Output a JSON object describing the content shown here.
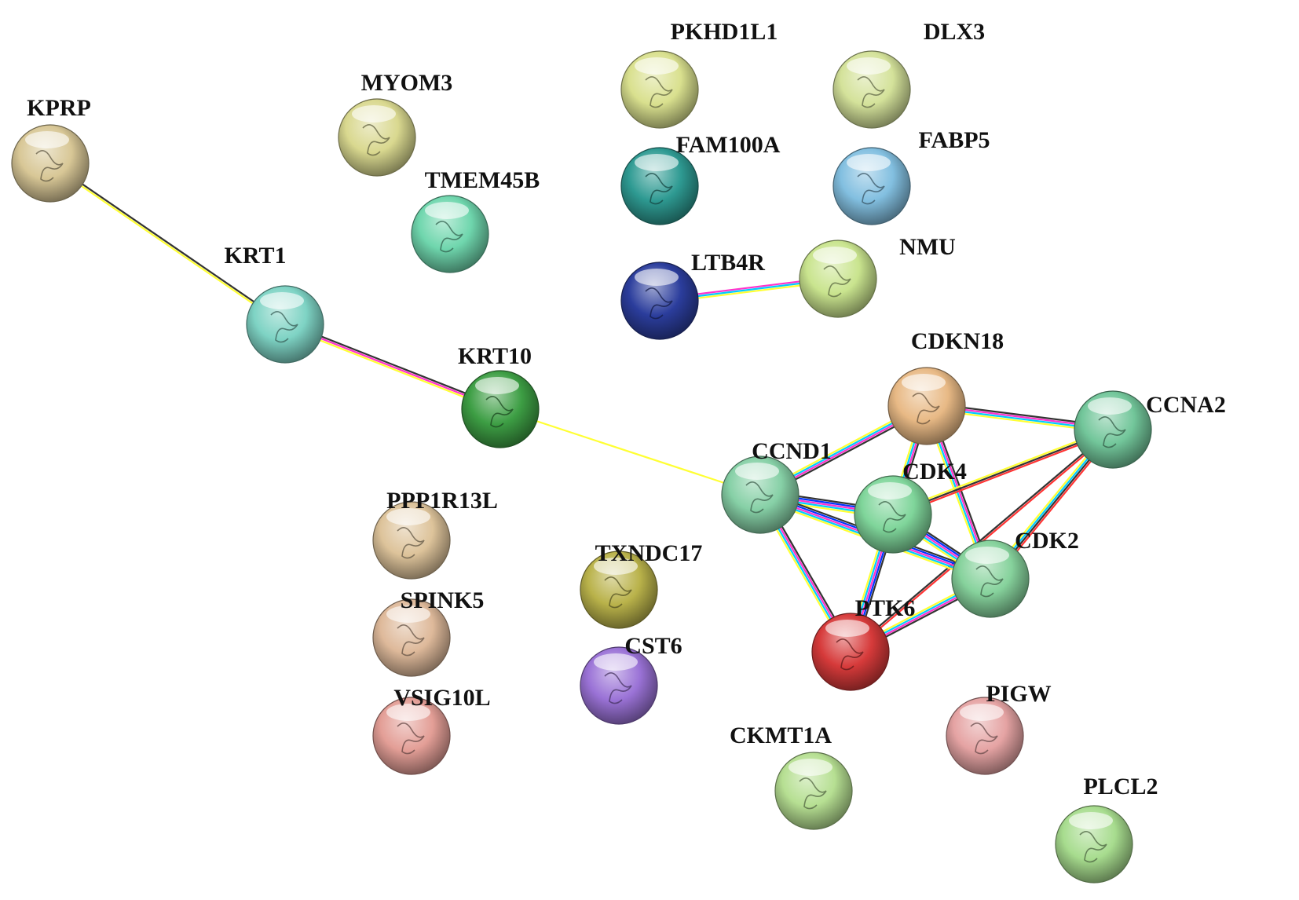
{
  "nodes": [
    {
      "id": "KPRP",
      "label": "KPRP",
      "color": "#d8c796"
    },
    {
      "id": "MYOM3",
      "label": "MYOM3",
      "color": "#d9d88f"
    },
    {
      "id": "TMEM45B",
      "label": "TMEM45B",
      "color": "#6fd6ad"
    },
    {
      "id": "PKHD1L1",
      "label": "PKHD1L1",
      "color": "#d9e08e"
    },
    {
      "id": "DLX3",
      "label": "DLX3",
      "color": "#d4e29a"
    },
    {
      "id": "FAM100A",
      "label": "FAM100A",
      "color": "#2e9a92"
    },
    {
      "id": "FABP5",
      "label": "FABP5",
      "color": "#82bfe0"
    },
    {
      "id": "NMU",
      "label": "NMU",
      "color": "#c9e48e"
    },
    {
      "id": "LTB4R",
      "label": "LTB4R",
      "color": "#2b3d9c"
    },
    {
      "id": "KRT1",
      "label": "KRT1",
      "color": "#7ed3c4"
    },
    {
      "id": "KRT10",
      "label": "KRT10",
      "color": "#3d9e44"
    },
    {
      "id": "CDKN18",
      "label": "CDKN18",
      "color": "#e8b985"
    },
    {
      "id": "CCNA2",
      "label": "CCNA2",
      "color": "#72c69a"
    },
    {
      "id": "CCND1",
      "label": "CCND1",
      "color": "#86d0a6"
    },
    {
      "id": "CDK4",
      "label": "CDK4",
      "color": "#7fd59a"
    },
    {
      "id": "CDK2",
      "label": "CDK2",
      "color": "#86d29c"
    },
    {
      "id": "PPP1R13L",
      "label": "PPP1R13L",
      "color": "#ddc39a"
    },
    {
      "id": "TXNDC17",
      "label": "TXNDC17",
      "color": "#b9b24a"
    },
    {
      "id": "SPINK5",
      "label": "SPINK5",
      "color": "#deb99a"
    },
    {
      "id": "PTK6",
      "label": "PTK6",
      "color": "#d63a3a"
    },
    {
      "id": "CST6",
      "label": "CST6",
      "color": "#9a72d6"
    },
    {
      "id": "VSIG10L",
      "label": "VSIG10L",
      "color": "#e39e96"
    },
    {
      "id": "PIGW",
      "label": "PIGW",
      "color": "#e5a3a3"
    },
    {
      "id": "CKMT1A",
      "label": "CKMT1A",
      "color": "#b6df92"
    },
    {
      "id": "PLCL2",
      "label": "PLCL2",
      "color": "#a7dc8e"
    }
  ],
  "edges": [
    {
      "from": "KPRP",
      "to": "KRT1",
      "colors": [
        "#333333",
        "#ffff33"
      ]
    },
    {
      "from": "KRT1",
      "to": "KRT10",
      "colors": [
        "#333333",
        "#ff33cc",
        "#ffff33"
      ]
    },
    {
      "from": "KRT10",
      "to": "CCND1",
      "colors": [
        "#ffff33"
      ]
    },
    {
      "from": "LTB4R",
      "to": "NMU",
      "colors": [
        "#ff33cc",
        "#00ccff",
        "#ffff33"
      ]
    },
    {
      "from": "CDKN18",
      "to": "CCNA2",
      "colors": [
        "#333333",
        "#ff33cc",
        "#00ccff",
        "#ffff33"
      ]
    },
    {
      "from": "CDKN18",
      "to": "CCND1",
      "colors": [
        "#333333",
        "#ff33cc",
        "#00ccff",
        "#ffff33"
      ]
    },
    {
      "from": "CDKN18",
      "to": "CDK4",
      "colors": [
        "#333333",
        "#ff33cc",
        "#00ccff",
        "#ffff33"
      ]
    },
    {
      "from": "CDKN18",
      "to": "CDK2",
      "colors": [
        "#333333",
        "#ff33cc",
        "#00ccff",
        "#ffff33"
      ]
    },
    {
      "from": "CCNA2",
      "to": "CDK4",
      "colors": [
        "#ff3333",
        "#333333",
        "#ffff33"
      ]
    },
    {
      "from": "CCNA2",
      "to": "CDK2",
      "colors": [
        "#ff3333",
        "#333333",
        "#00ccff",
        "#ffff33"
      ]
    },
    {
      "from": "CCNA2",
      "to": "PTK6",
      "colors": [
        "#ff3333",
        "#333333"
      ]
    },
    {
      "from": "CCND1",
      "to": "CDK4",
      "colors": [
        "#333333",
        "#0033ff",
        "#ff33cc",
        "#00ccff",
        "#ffff33"
      ]
    },
    {
      "from": "CCND1",
      "to": "CDK2",
      "colors": [
        "#333333",
        "#0033ff",
        "#ff33cc",
        "#00ccff",
        "#ffff33"
      ]
    },
    {
      "from": "CCND1",
      "to": "PTK6",
      "colors": [
        "#333333",
        "#ff33cc",
        "#00ccff",
        "#ffff33"
      ]
    },
    {
      "from": "CDK4",
      "to": "CDK2",
      "colors": [
        "#333333",
        "#0033ff",
        "#ff33cc",
        "#00ccff",
        "#ffff33"
      ]
    },
    {
      "from": "CDK4",
      "to": "PTK6",
      "colors": [
        "#333333",
        "#0033ff",
        "#ff33cc",
        "#00ccff",
        "#ffff33"
      ]
    },
    {
      "from": "CDK2",
      "to": "PTK6",
      "colors": [
        "#333333",
        "#ff33cc",
        "#00ccff",
        "#ffff33"
      ]
    }
  ]
}
